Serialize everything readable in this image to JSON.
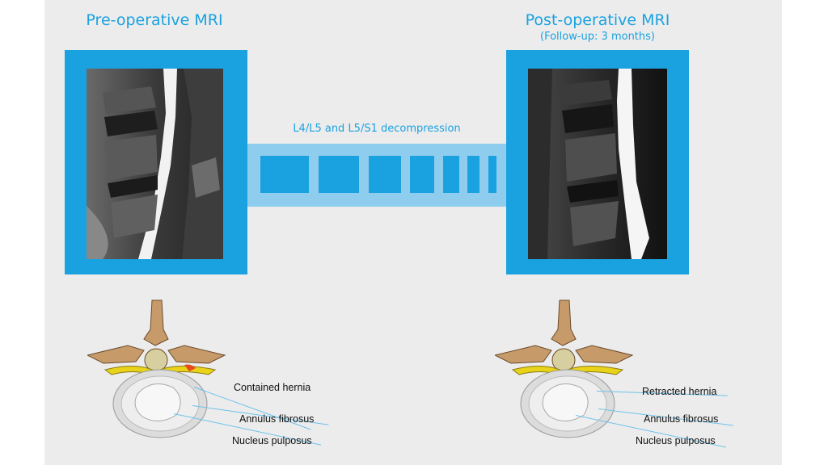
{
  "pre": {
    "title": "Pre-operative MRI",
    "labels": [
      "Contained hernia",
      "Annulus fibrosus",
      "Nucleus pulposus"
    ]
  },
  "post": {
    "title": "Post-operative MRI",
    "subtitle": "(Follow-up: 3 months)",
    "labels": [
      "Retracted hernia",
      "Annulus fibrosus",
      "Nucleus pulposus"
    ]
  },
  "procedure": {
    "label": "L4/L5 and L5/S1 decompression"
  },
  "colors": {
    "accent": "#1aa2e0",
    "bridge": "#8fcdee",
    "background": "#ececec"
  }
}
